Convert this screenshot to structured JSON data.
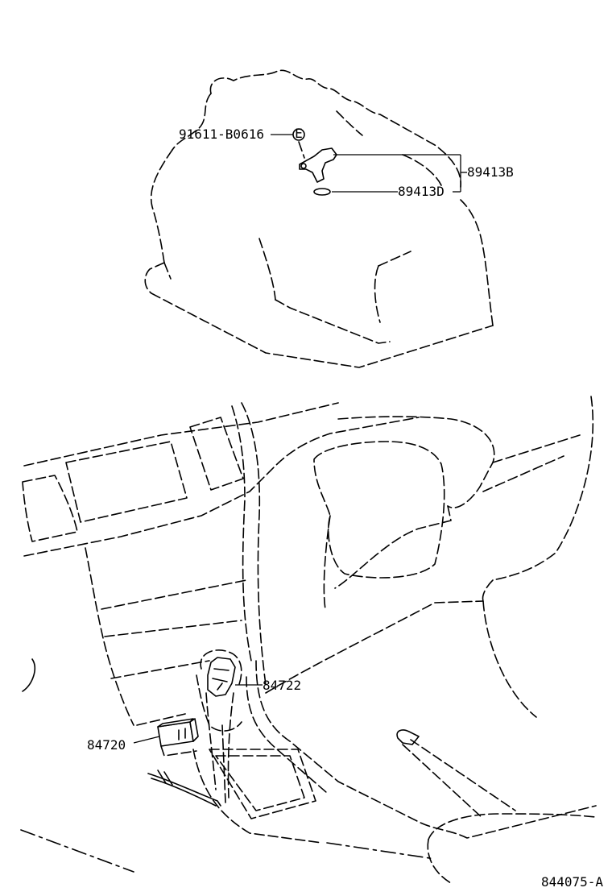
{
  "parts": {
    "bolt": "91611-B0616",
    "bolt_symbol": "E",
    "sensor": "89413B",
    "oring": "89413D",
    "switch_upper": "84722",
    "switch_lower": "84720"
  },
  "figure_id": "844075-A"
}
